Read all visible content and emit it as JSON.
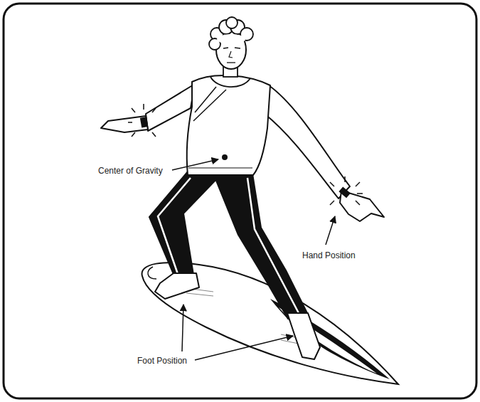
{
  "diagram": {
    "labels": [
      "Center of Gravity",
      "Hand Position",
      "Foot Position"
    ]
  }
}
